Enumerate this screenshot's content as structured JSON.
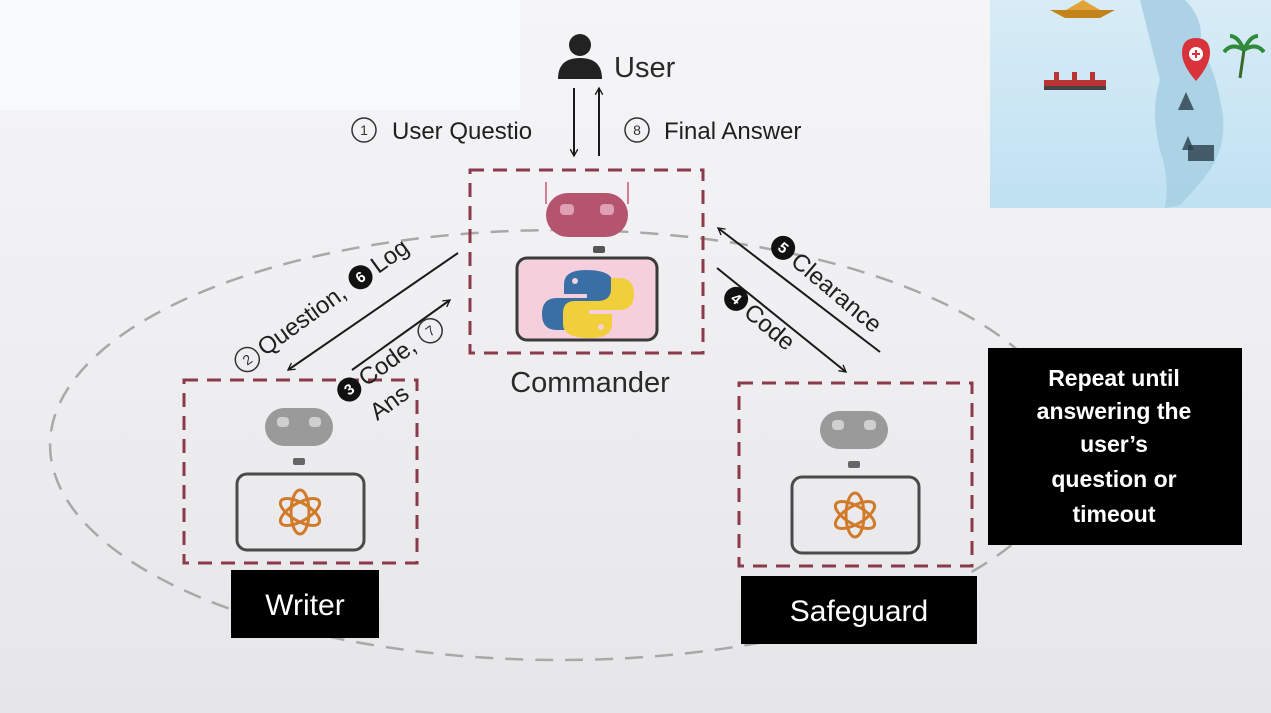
{
  "user": {
    "label": "User"
  },
  "commander": {
    "label": "Commander"
  },
  "writer": {
    "label": "Writer"
  },
  "safeguard": {
    "label": "Safeguard"
  },
  "steps": {
    "s1": {
      "num": "1",
      "text": "User Questio"
    },
    "s8": {
      "num": "8",
      "text": "Final Answer"
    },
    "s2": {
      "num": "2",
      "text": "Question,"
    },
    "s6": {
      "num": "6",
      "text": "Log"
    },
    "s3": {
      "num": "3",
      "text": "Code,",
      "text2": "Ans"
    },
    "s7": {
      "num": "7"
    },
    "s4": {
      "num": "4",
      "text": "Code"
    },
    "s5": {
      "num": "5",
      "text": "Clearance"
    }
  },
  "repeat": {
    "lines": [
      "Repeat until",
      "answering the",
      "user’s",
      "question or",
      "timeout"
    ]
  },
  "icons": {
    "user": "person-icon",
    "commander_bot": "robot-icon",
    "commander_tool": "python-logo-icon",
    "writer_bot": "robot-icon",
    "writer_tool": "openai-logo-icon",
    "safeguard_bot": "robot-icon",
    "safeguard_tool": "openai-logo-icon",
    "map": "map-thumbnail"
  },
  "colors": {
    "dashed_box": "#8a3a4a",
    "commander_robot": "#b5546f",
    "agent_robot": "#9a9a9a",
    "python_blue": "#3a6fa5",
    "python_yellow": "#f0cf3a",
    "openai_orange": "#d07a2a",
    "tag_bg": "#000000"
  }
}
